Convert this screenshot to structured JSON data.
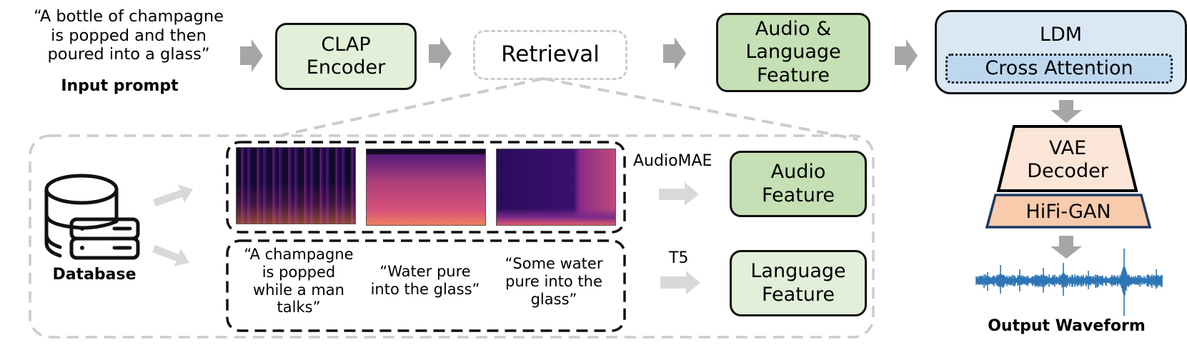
{
  "input": {
    "prompt_lines": [
      "“A bottle of champagne",
      "is popped and then",
      "poured into a glass”"
    ],
    "label": "Input prompt"
  },
  "clap": {
    "lines": [
      "CLAP",
      "Encoder"
    ]
  },
  "retrieval": {
    "label": "Retrieval"
  },
  "audio_language_feature": {
    "lines": [
      "Audio &",
      "Language",
      "Feature"
    ]
  },
  "ldm": {
    "label": "LDM",
    "cross_attention": "Cross Attention"
  },
  "vae": {
    "lines": [
      "VAE",
      "Decoder"
    ]
  },
  "hifigan": {
    "label": "HiFi-GAN"
  },
  "output": {
    "label": "Output Waveform"
  },
  "database": {
    "label": "Database"
  },
  "captions": [
    {
      "lines": [
        "“A champagne",
        "is popped",
        "while a man",
        "talks”"
      ]
    },
    {
      "lines": [
        "“Water pure",
        "into the glass”"
      ]
    },
    {
      "lines": [
        "“Some water",
        "pure into the",
        "glass”"
      ]
    }
  ],
  "encoders": {
    "audio": "AudioMAE",
    "text": "T5"
  },
  "audio_feature": {
    "lines": [
      "Audio",
      "Feature"
    ]
  },
  "language_feature": {
    "lines": [
      "Language",
      "Feature"
    ]
  },
  "colors": {
    "clap_fill": "#e2efd9",
    "audio_lang_fill": "#c5e0b4",
    "audio_feature_fill": "#c5e0b4",
    "language_feature_fill": "#e2efd9",
    "ldm_fill": "#dae8f5",
    "cross_attention_fill": "#bdd7ee",
    "vae_fill": "#fbe5d6",
    "hifigan_fill": "#f8cbad",
    "hifigan_border": "#1f3864",
    "arrow_gray": "#a6a6a6",
    "arrow_light": "#d9d9d9",
    "dash_gray": "#cccccc",
    "waveform": "#2e75b6"
  }
}
